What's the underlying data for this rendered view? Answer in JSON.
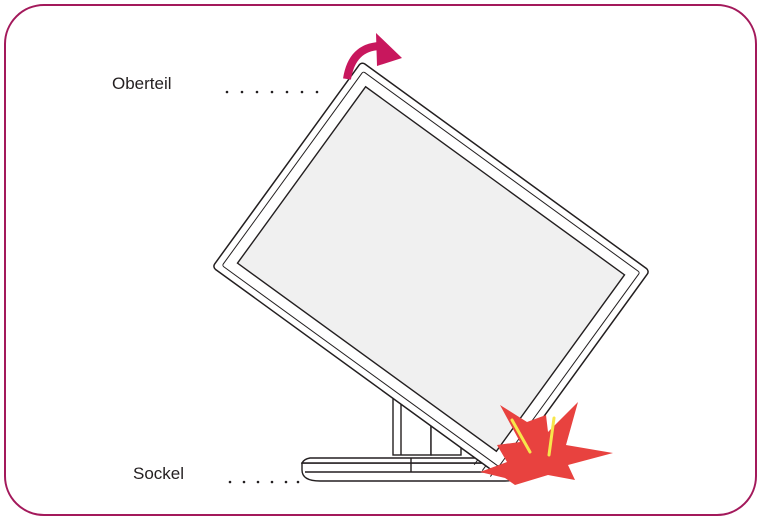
{
  "labels": {
    "top_part": "Oberteil",
    "base": "Sockel"
  },
  "colors": {
    "frame": "#a3195b",
    "arrow": "#c8175d",
    "impact": "#e8423f",
    "impact_marks": "#f7e64b",
    "line": "#231f20",
    "screen_fill": "#f0f0f0"
  },
  "icons": {
    "rotation": "curved-arrow-clockwise",
    "impact": "starburst"
  }
}
